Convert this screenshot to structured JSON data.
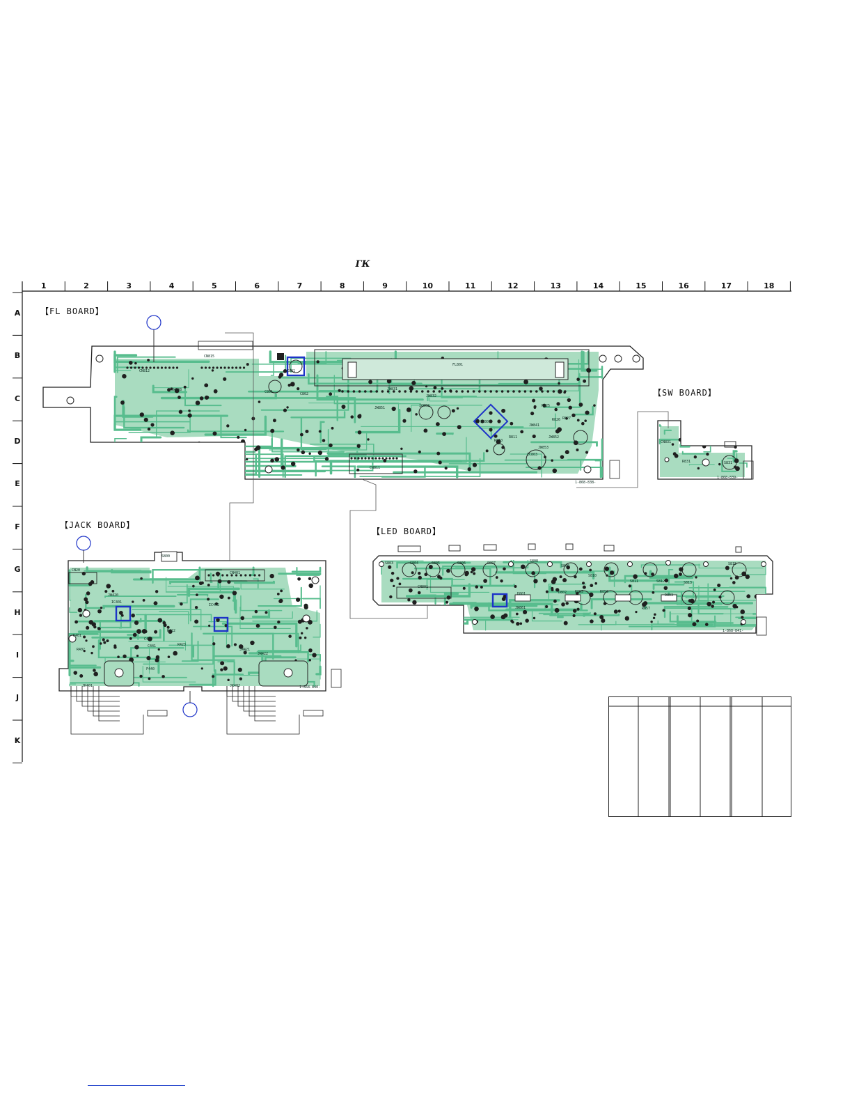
{
  "logo": {
    "text": "ГК",
    "icon": "manufacturer-logo-icon"
  },
  "ruler": {
    "columns": [
      "1",
      "2",
      "3",
      "4",
      "5",
      "6",
      "7",
      "8",
      "9",
      "10",
      "11",
      "12",
      "13",
      "14",
      "15",
      "16",
      "17",
      "18"
    ],
    "rows": [
      "A",
      "B",
      "C",
      "D",
      "E",
      "F",
      "G",
      "H",
      "I",
      "J",
      "K"
    ]
  },
  "boards": {
    "fl": {
      "title": "【FL BOARD】",
      "part_no": "1-868-838-"
    },
    "sw": {
      "title": "【SW BOARD】",
      "part_no": "1-868-839-"
    },
    "jack": {
      "title": "【JACK BOARD】",
      "part_no": "1-868-840-"
    },
    "led": {
      "title": "【LED BOARD】",
      "part_no": "1-868-841-"
    }
  },
  "labels": {
    "fl": [
      "CN815",
      "CN811",
      "FL801",
      "IC801",
      "IC802",
      "CN812",
      "JW838",
      "JW831",
      "JW832",
      "R825",
      "R826",
      "R827",
      "JW841",
      "X801",
      "C801",
      "C802",
      "R810",
      "R811",
      "IC803",
      "JW851",
      "JW852",
      "JW853"
    ],
    "jack": [
      "CN20",
      "JK401",
      "JK402",
      "CN401",
      "IC401",
      "IC402",
      "R422",
      "R423",
      "C440",
      "C441",
      "S800",
      "F440",
      "JW420",
      "JW421",
      "JW422",
      "R401",
      "R402"
    ],
    "led": [
      "S803",
      "S804",
      "S805",
      "S806",
      "S807",
      "S808",
      "S809",
      "S810",
      "S811",
      "S812",
      "S813",
      "S815",
      "D801",
      "D802",
      "D803",
      "R855",
      "R856",
      "R857",
      "CN801",
      "JW861"
    ],
    "sw": [
      "CN831",
      "R831",
      "S831"
    ]
  },
  "colors": {
    "board_fill": "#a9dcc0",
    "trace": "#58bd8e",
    "pad": "#1f1f1f",
    "highlight": "#1d33c8",
    "outline": "#222222"
  }
}
